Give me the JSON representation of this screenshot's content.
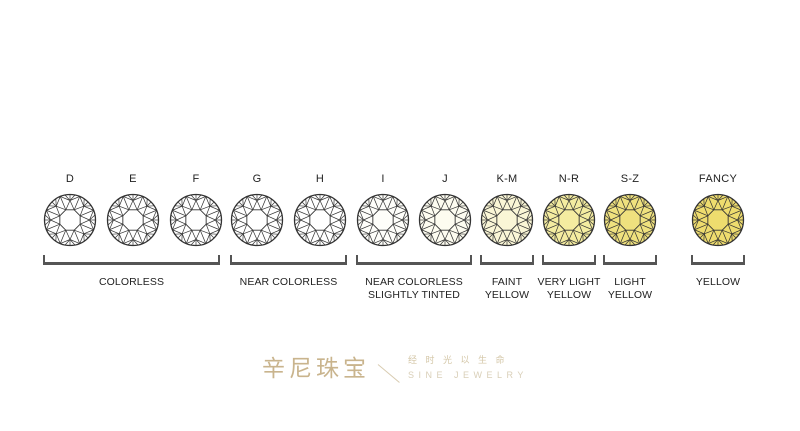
{
  "grades": [
    {
      "letter": "D",
      "fill": "#ffffff"
    },
    {
      "letter": "E",
      "fill": "#ffffff"
    },
    {
      "letter": "F",
      "fill": "#ffffff"
    },
    {
      "letter": "G",
      "fill": "#ffffff"
    },
    {
      "letter": "H",
      "fill": "#ffffff"
    },
    {
      "letter": "I",
      "fill": "#fefefa"
    },
    {
      "letter": "J",
      "fill": "#fdfcf0"
    },
    {
      "letter": "K-M",
      "fill": "#faf6d6"
    },
    {
      "letter": "N-R",
      "fill": "#f4eca0"
    },
    {
      "letter": "S-Z",
      "fill": "#efe17e"
    },
    {
      "letter": "FANCY",
      "fill": "#eedc6e"
    }
  ],
  "categories": [
    {
      "lines": [
        "COLORLESS"
      ]
    },
    {
      "lines": [
        "NEAR COLORLESS"
      ]
    },
    {
      "lines": [
        "NEAR COLORLESS",
        "SLIGHTLY TINTED"
      ]
    },
    {
      "lines": [
        "FAINT",
        "YELLOW"
      ]
    },
    {
      "lines": [
        "VERY LIGHT",
        "YELLOW"
      ]
    },
    {
      "lines": [
        "LIGHT",
        "YELLOW"
      ]
    },
    {
      "lines": [
        "YELLOW"
      ]
    }
  ],
  "brand": {
    "name_cn": "辛尼珠宝",
    "tagline_cn": "经 时 光 以 生 命",
    "name_en": "SINE JEWELRY"
  },
  "colors": {
    "outline": "#333333",
    "bracket": "#555555",
    "brand": "#c9b48d"
  }
}
